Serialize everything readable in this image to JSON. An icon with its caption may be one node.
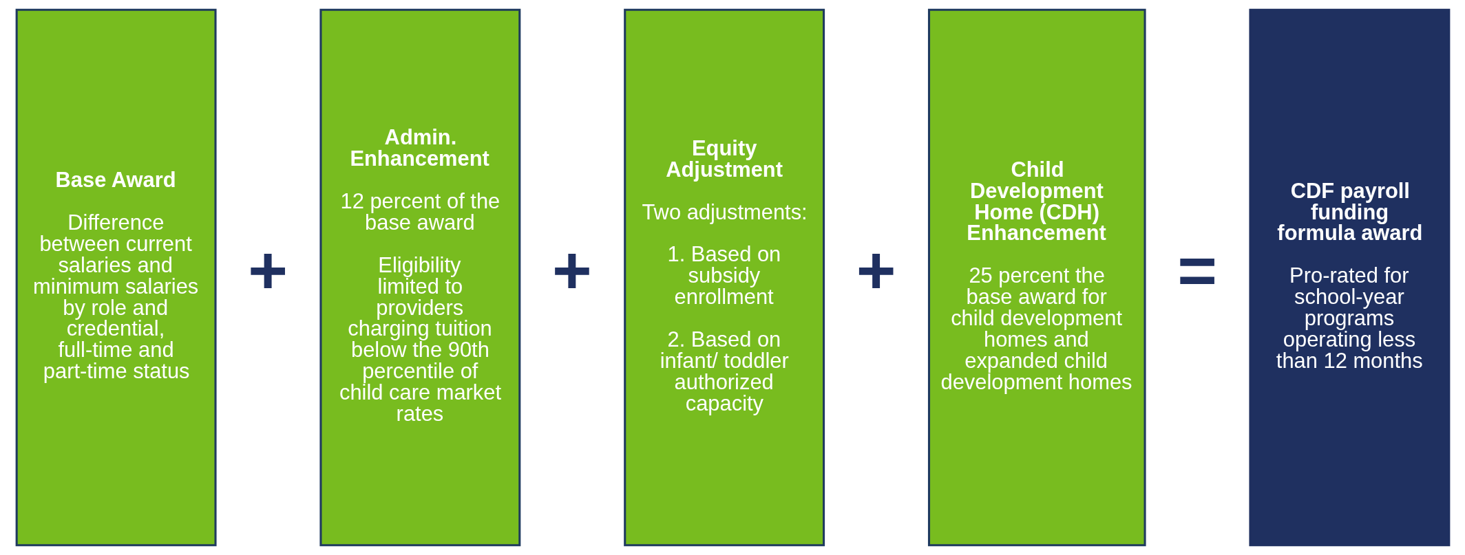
{
  "diagram": {
    "nodes": [
      {
        "text": [
          "Base Award",
          "Difference between current salaries and minimum salaries by role and credential, full-time and part-time status"
        ]
      },
      {
        "text": [
          "+"
        ]
      },
      {
        "text": [
          "Admin. Enhancement",
          "12 percent of the base award",
          "Eligibility limited to providers charging tuition below the 90th percentile of child care market rates"
        ]
      },
      {
        "text": [
          "+"
        ]
      },
      {
        "text": [
          "Equity Adjustment",
          "Two adjustments:",
          "1. Based on subsidy enrollment",
          "2. Based on infant/ toddler authorized capacity"
        ]
      },
      {
        "text": [
          "+"
        ]
      },
      {
        "text": [
          "Child Development Home (CDH) Enhancement",
          "25 percent the base award for child development homes and expanded child development homes"
        ]
      },
      {
        "text": [
          "="
        ]
      },
      {
        "text": [
          "CDF payroll funding formula award",
          "Pro-rated for school-year programs operating less than 12 months"
        ]
      }
    ],
    "edges": []
  }
}
